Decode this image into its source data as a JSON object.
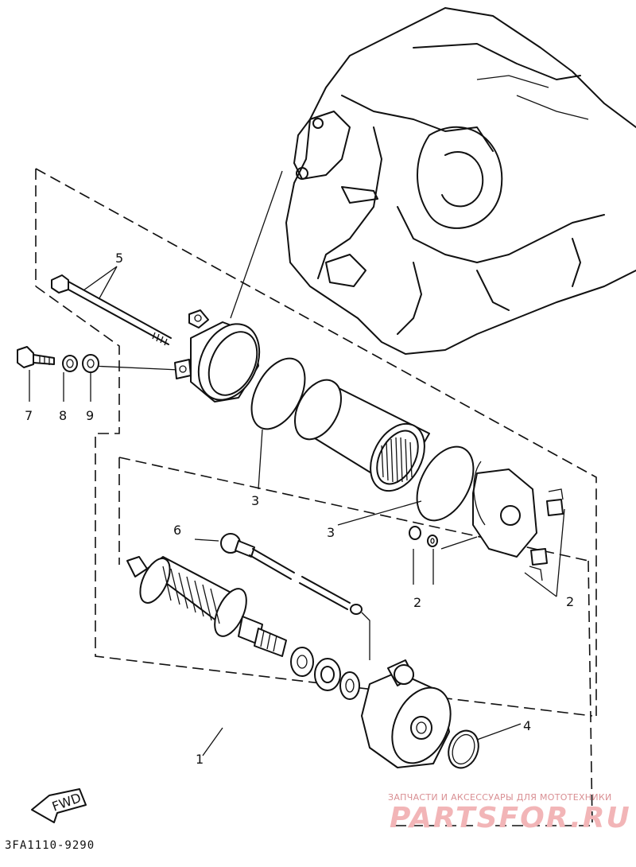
{
  "diagram": {
    "drawing_code": "3FA1110-9290",
    "fwd_label": "FWD",
    "callouts": [
      "1",
      "2",
      "2",
      "3",
      "3",
      "4",
      "5",
      "6",
      "7",
      "8",
      "9"
    ]
  },
  "watermark": {
    "tagline": "ЗАПЧАСТИ И АКСЕССУАРЫ ДЛЯ МОТОТЕХНИКИ",
    "brand": "PARTSFOR.RU"
  },
  "colors": {
    "line": "#111111",
    "background": "#ffffff",
    "watermark": "#f2b5b7"
  }
}
